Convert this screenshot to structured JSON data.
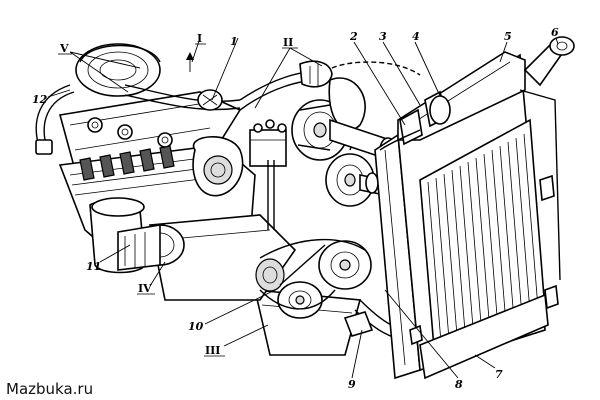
{
  "labels": {
    "n1": "1",
    "n2": "2",
    "n3": "3",
    "n4": "4",
    "n5": "5",
    "n6": "6",
    "n7": "7",
    "n8": "8",
    "n9": "9",
    "n10": "10",
    "n11": "11",
    "n12": "12",
    "r1": "I",
    "r2": "II",
    "r3": "III",
    "r4": "IV",
    "r5": "V"
  },
  "watermark": "Mazbuka.ru",
  "icons": {
    "arrow": "up-arrow-icon"
  }
}
